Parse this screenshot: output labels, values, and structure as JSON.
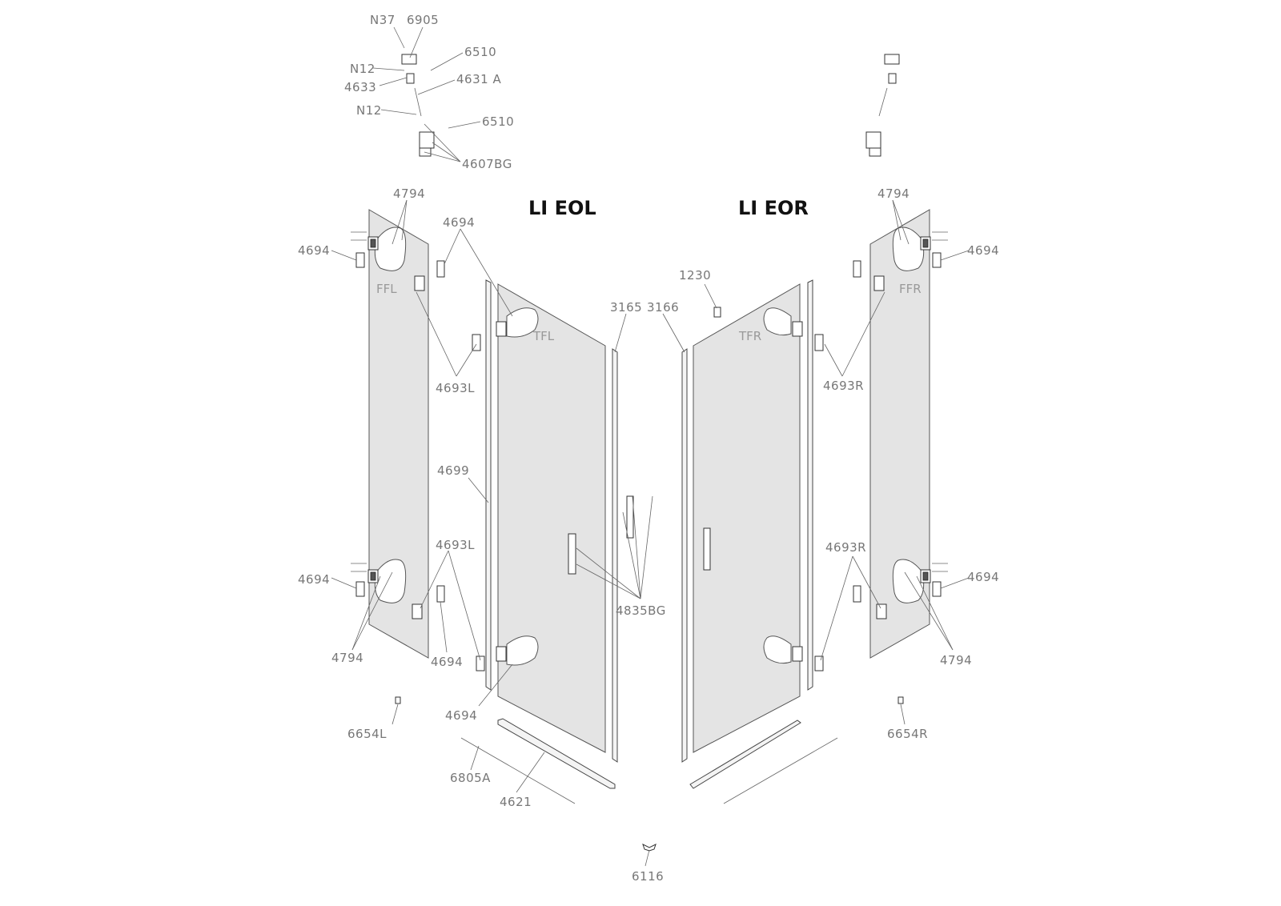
{
  "titles": {
    "left": "LI EOL",
    "right": "LI EOR"
  },
  "panel_labels": {
    "ffl": "FFL",
    "tfl": "TFL",
    "tfr": "TFR",
    "ffr": "FFR"
  },
  "labels": {
    "n37": "N37",
    "p6905": "6905",
    "p6510a": "6510",
    "n12a": "N12",
    "p4633": "4633",
    "p4631a": "4631 A",
    "n12b": "N12",
    "p6510b": "6510",
    "p4607bg": "4607BG",
    "p4794_tl": "4794",
    "p4694_tl": "4694",
    "p4694_top": "4694",
    "p4693l_top": "4693L",
    "p4699": "4699",
    "p4693l_bot": "4693L",
    "p4694_bl": "4694",
    "p4794_bl": "4794",
    "p4694_bot": "4694",
    "p4694_door": "4694",
    "p6654l": "6654L",
    "p6805a": "6805A",
    "p4621": "4621",
    "p3165": "3165",
    "p3166": "3166",
    "p4835bg": "4835BG",
    "p1230": "1230",
    "p4794_tr": "4794",
    "p4694_tr": "4694",
    "p4693r_top": "4693R",
    "p4693r_bot": "4693R",
    "p4694_br": "4694",
    "p4794_br": "4794",
    "p6654r": "6654R",
    "p6116": "6116"
  }
}
